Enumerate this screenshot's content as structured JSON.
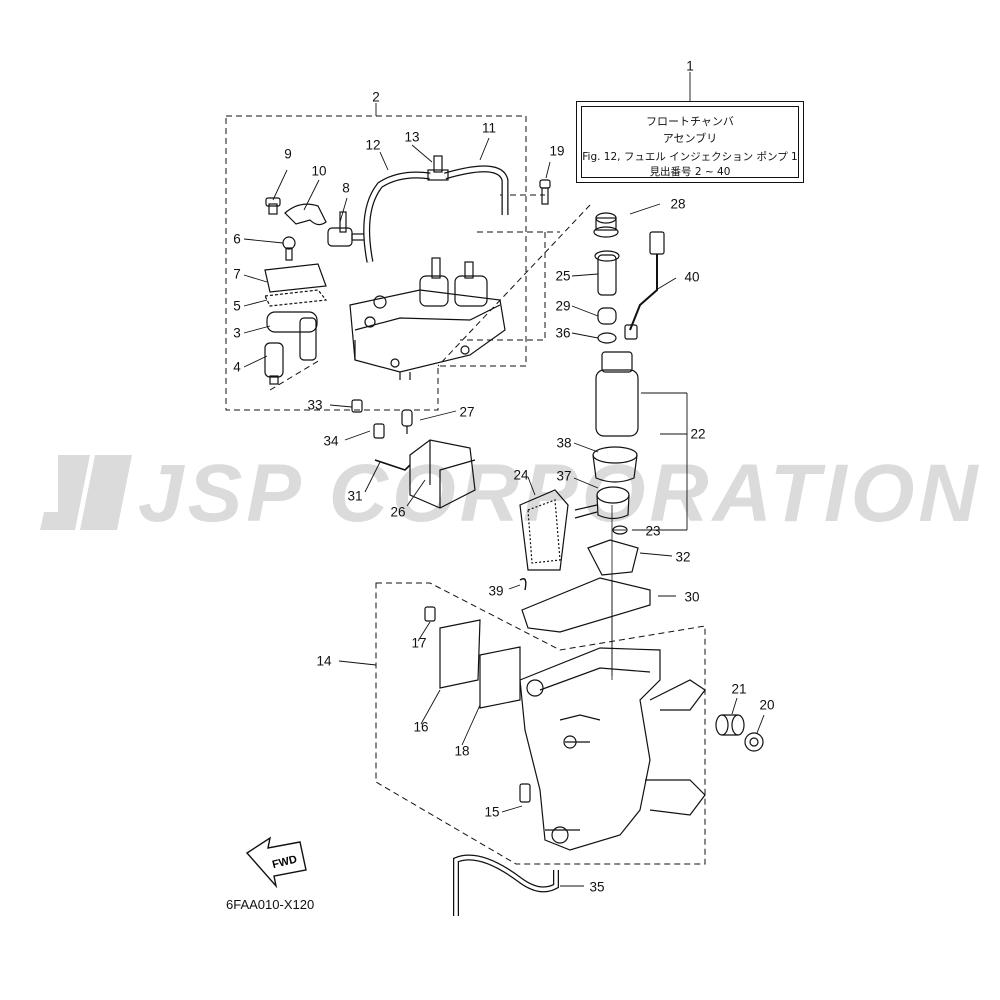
{
  "title_box": {
    "line1": "フロートチャンバ",
    "line2": "アセンブリ",
    "line3": "Fig. 12, フュエル インジェクション ポンプ 1",
    "line4": "見出番号 2 ~ 40"
  },
  "figure_code": "6FAA010-X120",
  "fwd_label": "FWD",
  "watermark": "JSP CORPORATION",
  "callouts": {
    "n1": "1",
    "n2": "2",
    "n3": "3",
    "n4": "4",
    "n5": "5",
    "n6": "6",
    "n7": "7",
    "n8": "8",
    "n9": "9",
    "n10": "10",
    "n11": "11",
    "n12": "12",
    "n13": "13",
    "n14": "14",
    "n15": "15",
    "n16": "16",
    "n17": "17",
    "n18": "18",
    "n19": "19",
    "n20": "20",
    "n21": "21",
    "n22": "22",
    "n23": "23",
    "n24": "24",
    "n25": "25",
    "n26": "26",
    "n27": "27",
    "n28": "28",
    "n29": "29",
    "n30": "30",
    "n31": "31",
    "n32": "32",
    "n33": "33",
    "n34": "34",
    "n35": "35",
    "n36": "36",
    "n37": "37",
    "n38": "38",
    "n39": "39",
    "n40": "40"
  }
}
